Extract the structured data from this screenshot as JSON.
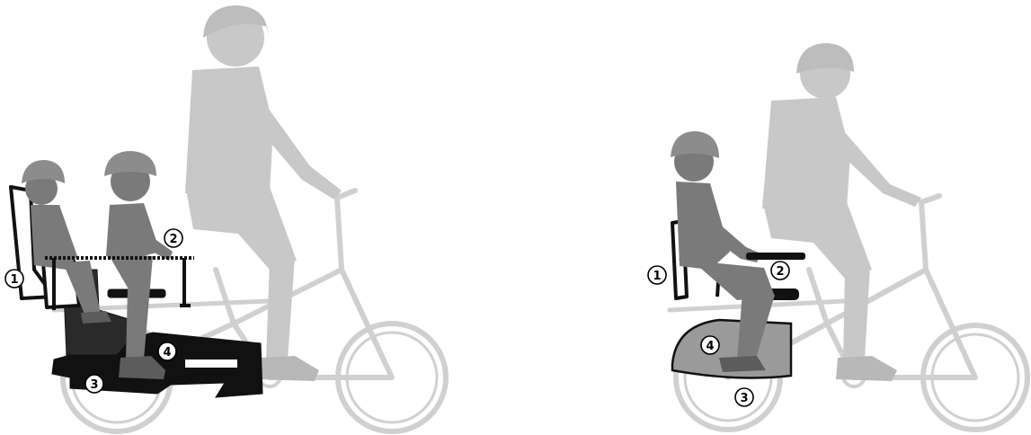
{
  "colors": {
    "background": "#ffffff",
    "ghost": "#c8c8c8",
    "ghost_light": "#d6d6d6",
    "figure_dark": "#6f6f6f",
    "figure_mid": "#8a8a8a",
    "accessory": "#111111",
    "highlight_fill": "#9a9a9a"
  },
  "left_scene": {
    "callouts": [
      {
        "id": "1",
        "label": "1",
        "target": "rear-child-seat"
      },
      {
        "id": "2",
        "label": "2",
        "target": "handlebar-rail"
      },
      {
        "id": "3",
        "label": "3",
        "target": "footboard"
      },
      {
        "id": "4",
        "label": "4",
        "target": "wheel-guard"
      }
    ]
  },
  "right_scene": {
    "callouts": [
      {
        "id": "1",
        "label": "1",
        "target": "seat-backrest"
      },
      {
        "id": "2",
        "label": "2",
        "target": "grab-handle"
      },
      {
        "id": "3",
        "label": "3",
        "target": "footpeg"
      },
      {
        "id": "4",
        "label": "4",
        "target": "wheel-cover"
      }
    ]
  }
}
